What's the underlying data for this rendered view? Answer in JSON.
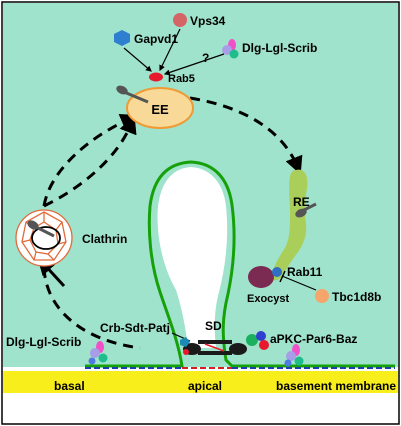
{
  "colors": {
    "background": "#9fe3cc",
    "membrane_band": "#f7ee1c",
    "cell_outline": "#16a10a",
    "early_endosome_fill": "#f8d997",
    "early_endosome_stroke": "#ee9a35",
    "recycling_endosome": "#a9cf5a",
    "rab5": "#e8192c",
    "gapvd1": "#2f7fd0",
    "vps34": "#d56467",
    "tbc1d8b": "#f6a66a",
    "exocyst": "#7b2a52",
    "rab11": "#2f6fc4",
    "clathrin": "#e06c3c",
    "sd_bar": "#1a1a1a",
    "basal_line": "#1a3fb0",
    "apical_line": "#d42020"
  },
  "labels": {
    "gapvd1": "Gapvd1",
    "vps34": "Vps34",
    "dlg_top": "Dlg-Lgl-Scrib",
    "question": "?",
    "rab5": "Rab5",
    "ee": "EE",
    "re": "RE",
    "clathrin": "Clathrin",
    "rab11": "Rab11",
    "exocyst": "Exocyst",
    "tbc1d8b": "Tbc1d8b",
    "crb": "Crb-Sdt-Patj",
    "sd": "SD",
    "apkc": "aPKC-Par6-Baz",
    "dlg_left": "Dlg-Lgl-Scrib",
    "basal": "basal",
    "apical": "apical",
    "basement_membrane": "basement membrane"
  },
  "icons": [
    "gapvd1-hexagon-icon",
    "vps34-circle-icon",
    "clathrin-cage-icon",
    "vesicle-arrow-icon",
    "protein-complex-icon"
  ]
}
